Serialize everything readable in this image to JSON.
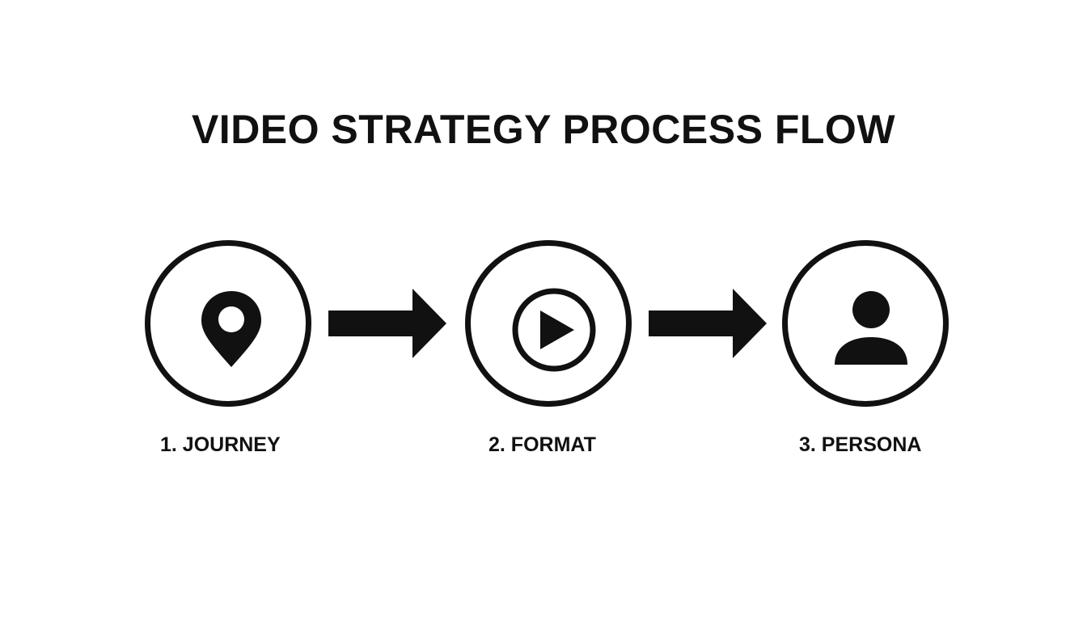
{
  "title": "VIDEO STRATEGY PROCESS FLOW",
  "colors": {
    "ink": "#111111",
    "background": "#ffffff"
  },
  "steps": [
    {
      "label": "1. JOURNEY",
      "icon": "map-pin-icon"
    },
    {
      "label": "2. FORMAT",
      "icon": "play-button-icon"
    },
    {
      "label": "3. PERSONA",
      "icon": "person-icon"
    }
  ],
  "connectors": [
    {
      "icon": "arrow-right-icon"
    },
    {
      "icon": "arrow-right-icon"
    }
  ]
}
